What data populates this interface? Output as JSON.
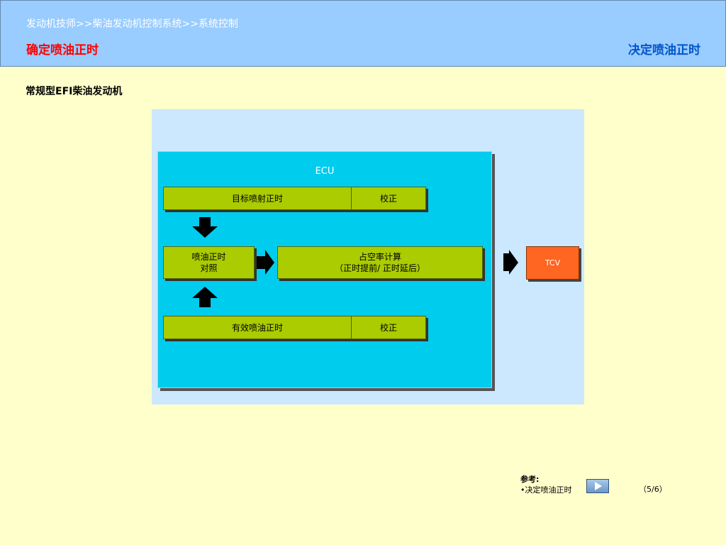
{
  "header": {
    "breadcrumb": "发动机技师>>柴油发动机控制系统>>系统控制",
    "title_left": "确定喷油正时",
    "title_right": "决定喷油正时"
  },
  "main": {
    "subtitle": "常规型EFI柴油发动机"
  },
  "diagram": {
    "ecu_label": "ECU",
    "target_timing": "目标喷射正时",
    "target_correction": "校正",
    "compare_line1": "喷油正时",
    "compare_line2": "对照",
    "duty_line1": "占空率计算",
    "duty_line2": "（正时提前/ 正时延后）",
    "actual_timing": "有效喷油正时",
    "actual_correction": "校正",
    "tcv": "TCV"
  },
  "footer": {
    "ref_title": "参考:",
    "ref_item": "•决定喷油正时",
    "page": "（5/6）"
  },
  "colors": {
    "background": "#ffffcc",
    "header": "#99ccff",
    "title_left": "#ff0000",
    "title_right": "#0055cc",
    "ecu": "#00ccee",
    "block": "#aacc00",
    "tcv": "#ff6622"
  }
}
